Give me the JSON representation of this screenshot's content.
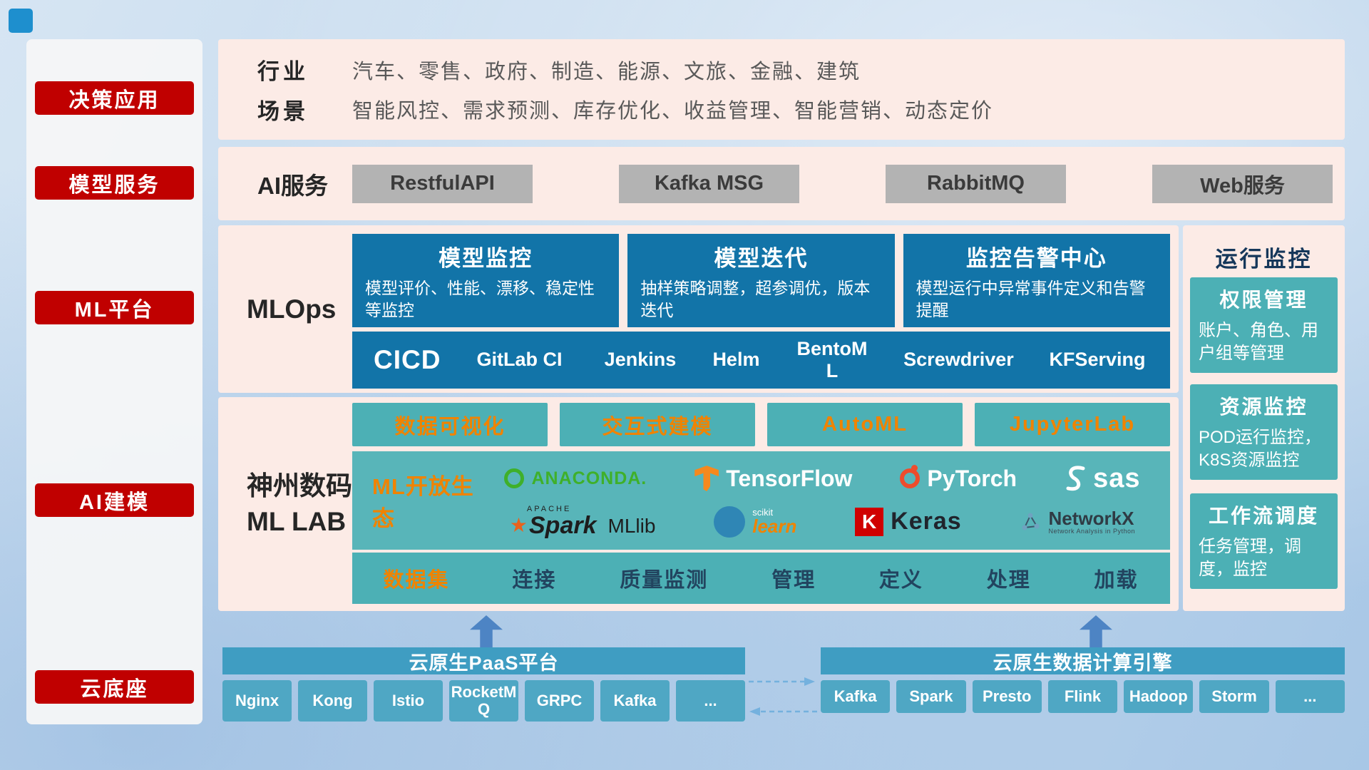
{
  "colors": {
    "sidebar_button_red": "#c00000",
    "panel_pink": "#fcebe6",
    "card_blue": "#1274a8",
    "teal": "#4cb0b5",
    "accent_orange": "#f08300",
    "bottom_bar_blue": "#3f9dc2"
  },
  "sidebar": {
    "items": [
      {
        "label": "决策应用"
      },
      {
        "label": "模型服务"
      },
      {
        "label": "ML平台"
      },
      {
        "label": "AI建模"
      },
      {
        "label": "云底座"
      }
    ]
  },
  "industry": {
    "rows": [
      {
        "label": "行业",
        "text": "汽车、零售、政府、制造、能源、文旅、金融、建筑"
      },
      {
        "label": "场景",
        "text": "智能风控、需求预测、库存优化、收益管理、智能营销、动态定价"
      }
    ]
  },
  "ai_service": {
    "label": "AI服务",
    "items": [
      "RestfulAPI",
      "Kafka MSG",
      "RabbitMQ",
      "Web服务"
    ]
  },
  "mlops": {
    "label": "MLOps",
    "cards": [
      {
        "title": "模型监控",
        "desc": "模型评价、性能、漂移、稳定性等监控"
      },
      {
        "title": "模型迭代",
        "desc": "抽样策略调整，超参调优，版本迭代"
      },
      {
        "title": "监控告警中心",
        "desc": "模型运行中异常事件定义和告警提醒"
      }
    ],
    "cicd": {
      "title": "CICD",
      "items": [
        "GitLab CI",
        "Jenkins",
        "Helm",
        "BentoML",
        "Screwdriver",
        "KFServing"
      ]
    }
  },
  "mllab": {
    "label_line1": "神州数码",
    "label_line2": "ML LAB",
    "tools": [
      "数据可视化",
      "交互式建模",
      "AutoML",
      "JupyterLab"
    ],
    "ecosystem": {
      "label": "ML开放生态",
      "anaconda": "ANACONDA.",
      "tensorflow": "TensorFlow",
      "pytorch": "PyTorch",
      "sas": "sas",
      "spark_brand": "APACHE",
      "spark": "Spark",
      "mllib": "MLlib",
      "scikit": "scikit",
      "learn": "learn",
      "keras_k": "K",
      "keras": "Keras",
      "networkx": "NetworkX",
      "networkx_sub": "Network Analysis in Python"
    },
    "dataset": {
      "label": "数据集",
      "items": [
        "连接",
        "质量监测",
        "管理",
        "定义",
        "处理",
        "加载"
      ]
    }
  },
  "monitoring": {
    "title": "运行监控",
    "cards": [
      {
        "title": "权限管理",
        "desc": "账户、角色、用户组等管理"
      },
      {
        "title": "资源监控",
        "desc": "POD运行监控，K8S资源监控"
      },
      {
        "title": "工作流调度",
        "desc": "任务管理，调度，监控"
      }
    ]
  },
  "bottom": {
    "paas": {
      "title": "云原生PaaS平台",
      "items": [
        "Nginx",
        "Kong",
        "Istio",
        "RocketMQ",
        "GRPC",
        "Kafka",
        "..."
      ]
    },
    "engine": {
      "title": "云原生数据计算引擎",
      "items": [
        "Kafka",
        "Spark",
        "Presto",
        "Flink",
        "Hadoop",
        "Storm",
        "..."
      ]
    }
  }
}
